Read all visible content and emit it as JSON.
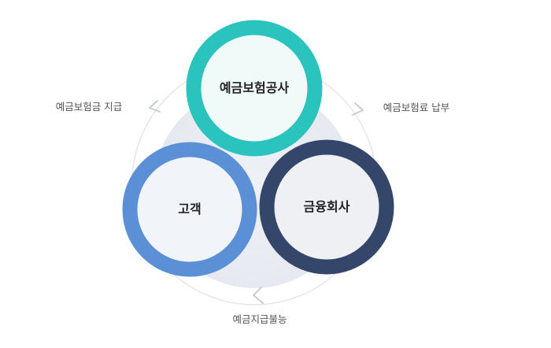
{
  "nodes": {
    "top": {
      "label": "예금보험공사",
      "color": "#2bc3be"
    },
    "left": {
      "label": "고객",
      "color": "#5b8fd6"
    },
    "right": {
      "label": "금융회사",
      "color": "#34466a"
    }
  },
  "flows": {
    "left_to_top_side": "예금보험금 지급",
    "right_side": "예금보험료 납부",
    "bottom": "예금지급불능"
  }
}
